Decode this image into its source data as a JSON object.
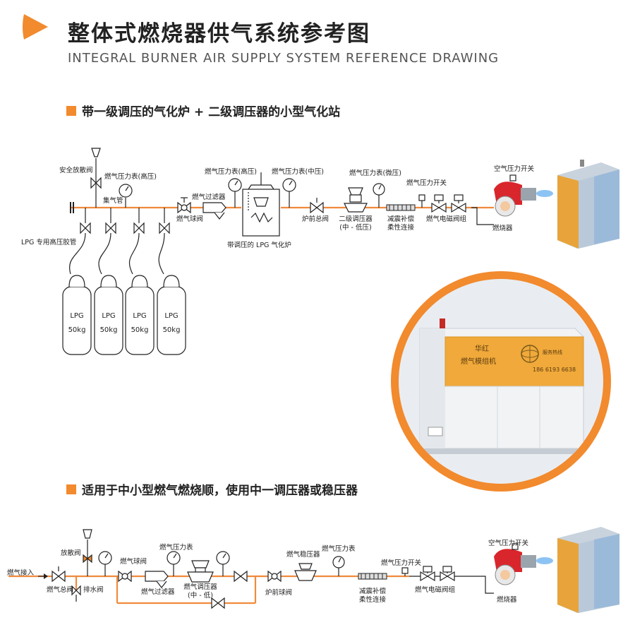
{
  "header": {
    "title": "整体式燃烧器供气系统参考图",
    "subtitle": "INTEGRAL BURNER AIR SUPPLY SYSTEM REFERENCE DRAWING"
  },
  "colors": {
    "accent": "#f28a2e",
    "pipe": "#f08a3c",
    "text": "#222222",
    "gray": "#555555"
  },
  "section1": {
    "heading": "带一级调压的气化炉 + 二级调压器的小型气化站",
    "labels": {
      "safety_valve": "安全放散阀",
      "gauge_high": "燃气压力表(高压)",
      "manifold": "集气管",
      "lpg_hose": "LPG 专用高压胶管",
      "ball_valve": "燃气球阀",
      "filter": "燃气过滤器",
      "gauge_high2": "燃气压力表(高压)",
      "gauge_mid": "燃气压力表(中压)",
      "gauge_micro": "燃气压力表(微压)",
      "vaporizer": "带调压的 LPG 气化炉",
      "main_valve": "炉前总阀",
      "regulator2": "二级调压器",
      "regulator2_sub": "(中 - 低压)",
      "damper": "减震补偿",
      "damper_sub": "柔性连接",
      "pressure_switch": "燃气压力开关",
      "solenoid_group": "燃气电磁阀组",
      "air_switch": "空气压力开关",
      "burner": "燃烧器"
    },
    "cylinders": [
      {
        "gas": "LPG",
        "weight": "50kg"
      },
      {
        "gas": "LPG",
        "weight": "50kg"
      },
      {
        "gas": "LPG",
        "weight": "50kg"
      },
      {
        "gas": "LPG",
        "weight": "50kg"
      }
    ]
  },
  "photo": {
    "brand": "华红",
    "product": "燃气模组机",
    "service": "服务热线",
    "phone": "186 6193 6638"
  },
  "section2": {
    "heading": "适用于中小型燃气燃烧顺，使用中一调压器或稳压器",
    "labels": {
      "gas_inlet": "燃气接入",
      "vent_valve": "放散阀",
      "main_valve": "燃气总阀",
      "drain_valve": "排水阀",
      "ball_valve": "燃气球阀",
      "filter": "燃气过滤器",
      "gauge": "燃气压力表",
      "regulator": "燃气调压器",
      "regulator_sub": "(中 - 低)",
      "front_ball_valve": "炉前球阀",
      "stabilizer": "燃气稳压器",
      "gauge2": "燃气压力表",
      "damper": "减震补偿",
      "damper_sub": "柔性连接",
      "pressure_switch": "燃气压力开关",
      "solenoid_group": "燃气电磁阀组",
      "air_switch": "空气压力开关",
      "burner": "燃烧器"
    }
  }
}
